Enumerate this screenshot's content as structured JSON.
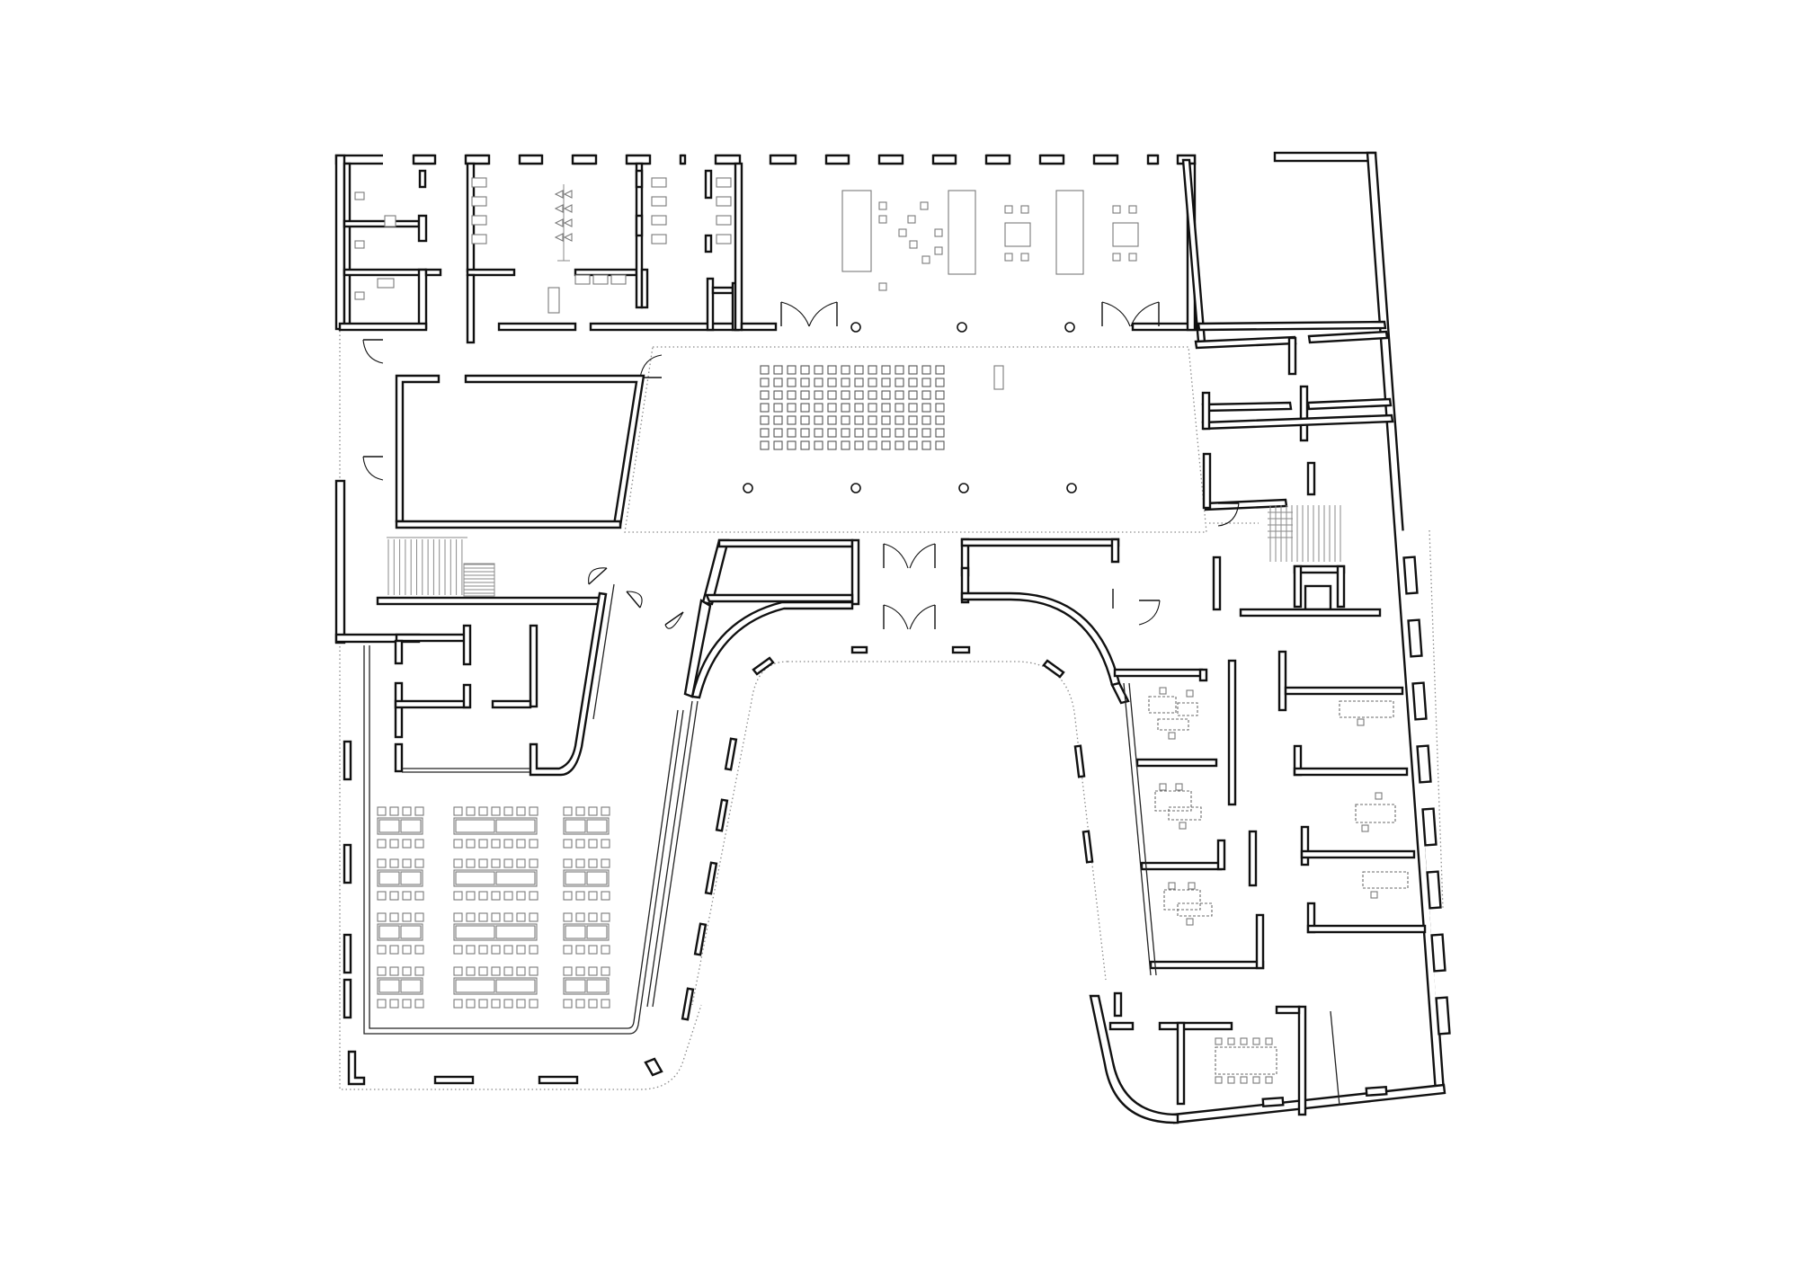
{
  "drawing": {
    "kind": "architectural floor plan",
    "labels": [],
    "line_color": "#111111",
    "furniture_color": "#7a7a7a",
    "background": "#ffffff"
  },
  "rooms": {
    "north_west_wc_block": {
      "icon": "toilet-cubicles"
    },
    "north_central_sanitary": {
      "icon": "washbasins"
    },
    "north_hall": {
      "icon": "tables-and-chairs"
    },
    "north_east_room": {
      "icon": "empty-room"
    },
    "central_auditorium": {
      "icon": "seating-grid",
      "seat_rows": 7,
      "seat_columns": 14
    },
    "west_hall": {
      "icon": "empty-room"
    },
    "south_west_dining": {
      "icon": "dining-tables",
      "table_groups": 12
    },
    "east_offices": {
      "icon": "desks",
      "office_count": 8
    },
    "courtyard": {
      "icon": "u-shaped-courtyard"
    }
  }
}
